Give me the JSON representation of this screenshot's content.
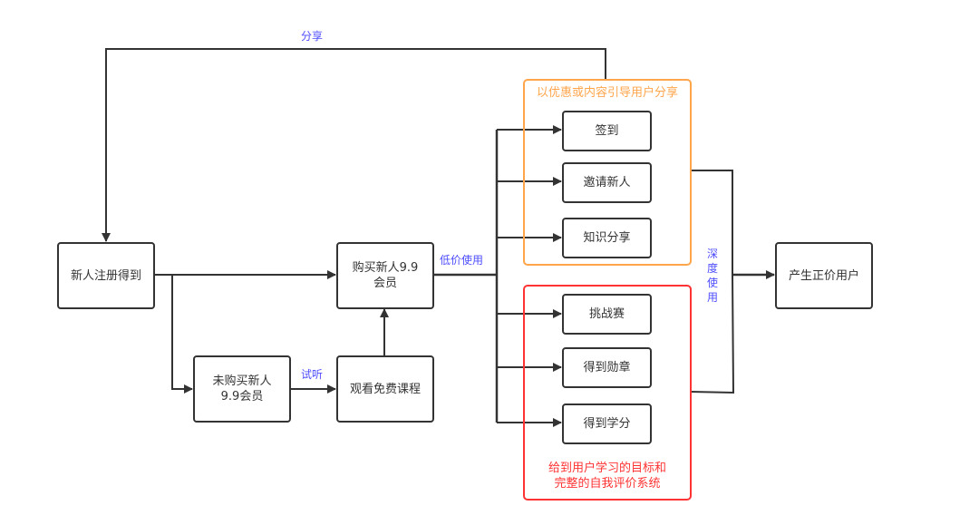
{
  "diagram": {
    "colors": {
      "node_border": "#333333",
      "edge": "#333333",
      "edge_label": "#4d4dff",
      "group_share": "#ffa64d",
      "group_goal": "#ff3333"
    },
    "nodes": {
      "register": "新人注册得到",
      "buy_member": "购买新人9.9\n会员",
      "not_buy_member": "未购买新人\n9.9会员",
      "watch_free": "观看免费课程",
      "checkin": "签到",
      "invite": "邀请新人",
      "knowledge_share": "知识分享",
      "challenge": "挑战赛",
      "badge": "得到勋章",
      "credits": "得到学分",
      "paid_user": "产生正价用户"
    },
    "groups": {
      "share_group": {
        "title": "以优惠或内容引导用户分享"
      },
      "goal_group": {
        "title": "给到用户学习的目标和\n完整的自我评价系统"
      }
    },
    "edge_labels": {
      "share": "分享",
      "trial": "试听",
      "low_price_use": "低价使用",
      "deep_use": "深度使用"
    },
    "edges": [
      {
        "from": "register",
        "to": "buy_member"
      },
      {
        "from": "register",
        "to": "not_buy_member"
      },
      {
        "from": "not_buy_member",
        "to": "watch_free",
        "label": "试听"
      },
      {
        "from": "watch_free",
        "to": "buy_member"
      },
      {
        "from": "buy_member",
        "to": "checkin",
        "label": "低价使用"
      },
      {
        "from": "buy_member",
        "to": "invite"
      },
      {
        "from": "buy_member",
        "to": "knowledge_share"
      },
      {
        "from": "buy_member",
        "to": "challenge"
      },
      {
        "from": "buy_member",
        "to": "badge"
      },
      {
        "from": "buy_member",
        "to": "credits"
      },
      {
        "from": "share_group",
        "to": "register",
        "label": "分享"
      },
      {
        "from": "share_group",
        "to": "paid_user",
        "label": "深度使用"
      },
      {
        "from": "goal_group",
        "to": "paid_user"
      }
    ]
  }
}
